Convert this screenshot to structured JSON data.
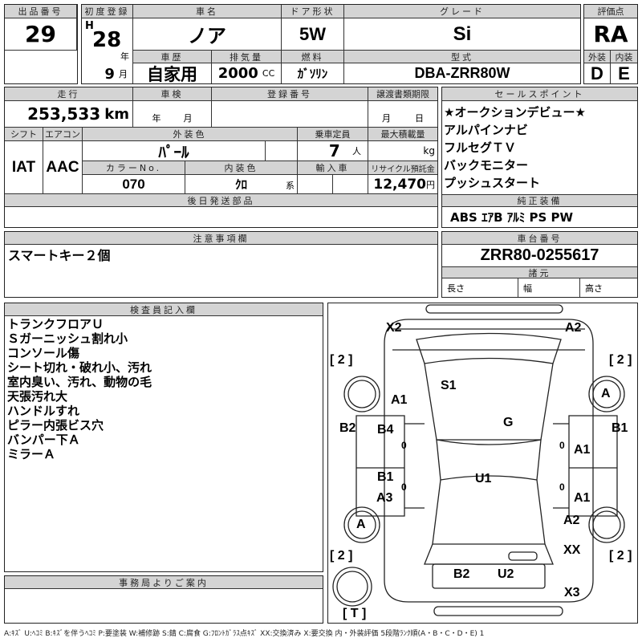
{
  "lot": {
    "label": "出品番号",
    "value": "29"
  },
  "registration": {
    "label": "初度登録",
    "era": "H",
    "year": "28",
    "year_unit": "年",
    "month": "9",
    "month_unit": "月"
  },
  "car_name": {
    "label": "車名",
    "value": "ノア"
  },
  "door": {
    "label": "ドア形状",
    "value": "5W"
  },
  "grade": {
    "label": "グレード",
    "value": "Si"
  },
  "history": {
    "label": "車歴",
    "value": "自家用"
  },
  "displacement": {
    "label": "排気量",
    "value": "2000",
    "unit": "CC"
  },
  "fuel": {
    "label": "燃料",
    "value": "ｶﾞｿﾘﾝ"
  },
  "model": {
    "label": "型式",
    "value": "DBA-ZRR80W"
  },
  "score": {
    "label": "評価点",
    "value": "RA",
    "exterior_label": "外装",
    "interior_label": "内装",
    "exterior": "D",
    "interior": "E"
  },
  "mileage": {
    "label": "走行",
    "value": "253,533",
    "unit": "km"
  },
  "inspection": {
    "label": "車検",
    "year_unit": "年",
    "month_unit": "月"
  },
  "plate": {
    "label": "登録番号"
  },
  "transfer": {
    "label": "譲渡書類期限",
    "month_unit": "月",
    "day_unit": "日"
  },
  "shift": {
    "label": "シフト",
    "value": "IAT"
  },
  "aircon": {
    "label": "エアコン",
    "value": "AAC"
  },
  "ext_color": {
    "label": "外装色",
    "value": "ﾊﾟｰﾙ"
  },
  "capacity": {
    "label": "乗車定員",
    "value": "7",
    "unit": "人"
  },
  "max_load": {
    "label": "最大積載量",
    "unit": "kg"
  },
  "color_no": {
    "label": "カラーNo.",
    "value": "070"
  },
  "int_color": {
    "label": "内装色",
    "value": "ｸﾛ",
    "unit": "系"
  },
  "import": {
    "label": "輸入車"
  },
  "recycle": {
    "label": "リサイクル預託金",
    "value": "12,470",
    "unit": "円"
  },
  "later_parts": {
    "label": "後日発送部品"
  },
  "sales_points": {
    "label": "セールスポイント",
    "items": [
      "★オークションデビュー★",
      "アルパインナビ",
      "フルセグＴＶ",
      "バックモニター",
      "プッシュスタート"
    ]
  },
  "equipment": {
    "label": "純正装備",
    "value": "ABS ｴｱB ｱﾙﾐ PS PW"
  },
  "notes": {
    "label": "注意事項欄",
    "value": "スマートキー２個"
  },
  "chassis": {
    "label": "車台番号",
    "value": "ZRR80-0255617",
    "spec_label": "諸元",
    "length": "長さ",
    "width": "幅",
    "height": "高さ"
  },
  "inspector": {
    "label": "検査員記入欄",
    "lines": [
      "トランクフロアＵ",
      "Ｓガーニッシュ割れ小",
      "コンソール傷",
      "シート切れ・破れ小、汚れ",
      "室内臭い、汚れ、動物の毛",
      "天張汚れ大",
      "ハンドルすれ",
      "ピラー内張ビス穴",
      "バンパー下Ａ",
      "ミラーＡ"
    ]
  },
  "office": {
    "label": "事務局よりご案内"
  },
  "diagram": {
    "marks": [
      "X2",
      "A2",
      "[ 2 ]",
      "[ 2 ]",
      "S1",
      "A1",
      "A",
      "G",
      "B2",
      "B4",
      "B1",
      "A1",
      "B1",
      "U1",
      "A3",
      "A1",
      "A",
      "A2",
      "XX",
      "[ 2 ]",
      "[ 2 ]",
      "B2",
      "U2",
      "X3",
      "[ T ]",
      "0",
      "0",
      "0",
      "0"
    ]
  },
  "legend": "A:ｷｽﾞ U:ﾍｺﾐ B:ｷｽﾞを伴うﾍｺﾐ P:要塗装 W:補修跡 S:錆 C:腐食 G:ﾌﾛﾝﾄｶﾞﾗｽ点ｷｽﾞ XX:交換済み X:要交換 内・外装評価 5段階ﾗﾝｸ順(A・B・C・D・E) 1"
}
